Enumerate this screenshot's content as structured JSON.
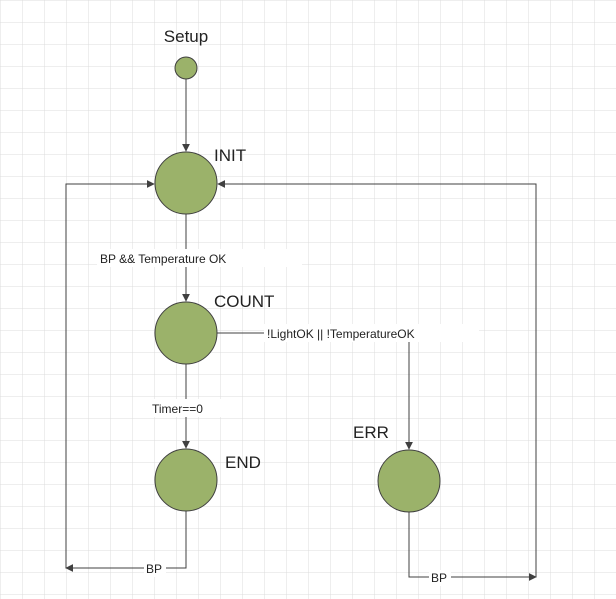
{
  "states": {
    "setup": "Setup",
    "init": "INIT",
    "count": "COUNT",
    "end": "END",
    "err": "ERR"
  },
  "transitions": {
    "init_to_count": "BP && Temperature OK",
    "count_to_err": "!LightOK || !TemperatureOK",
    "count_to_end": "Timer==0",
    "end_to_init": "BP",
    "err_to_init": "BP"
  },
  "colors": {
    "state_fill": "#9bb26a",
    "state_stroke": "#3f3f3f",
    "grid_line": "#d9d9d9",
    "edge": "#404040"
  }
}
